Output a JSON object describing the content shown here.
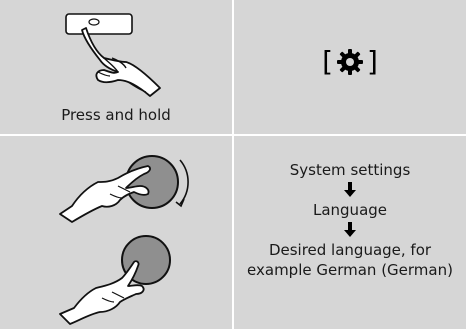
{
  "panels": {
    "press": {
      "caption": "Press and hold"
    },
    "settings": {
      "icon": "gear-icon",
      "open_bracket": "[",
      "close_bracket": "]"
    },
    "navigate": {
      "icons": [
        "rotary-knob-turn-icon",
        "rotary-knob-press-icon"
      ]
    },
    "path": {
      "step1": "System settings",
      "step2": "Language",
      "step3a": "Desired language, for",
      "step3b": "example German (German)",
      "arrow_icon": "arrow-down-icon"
    }
  }
}
